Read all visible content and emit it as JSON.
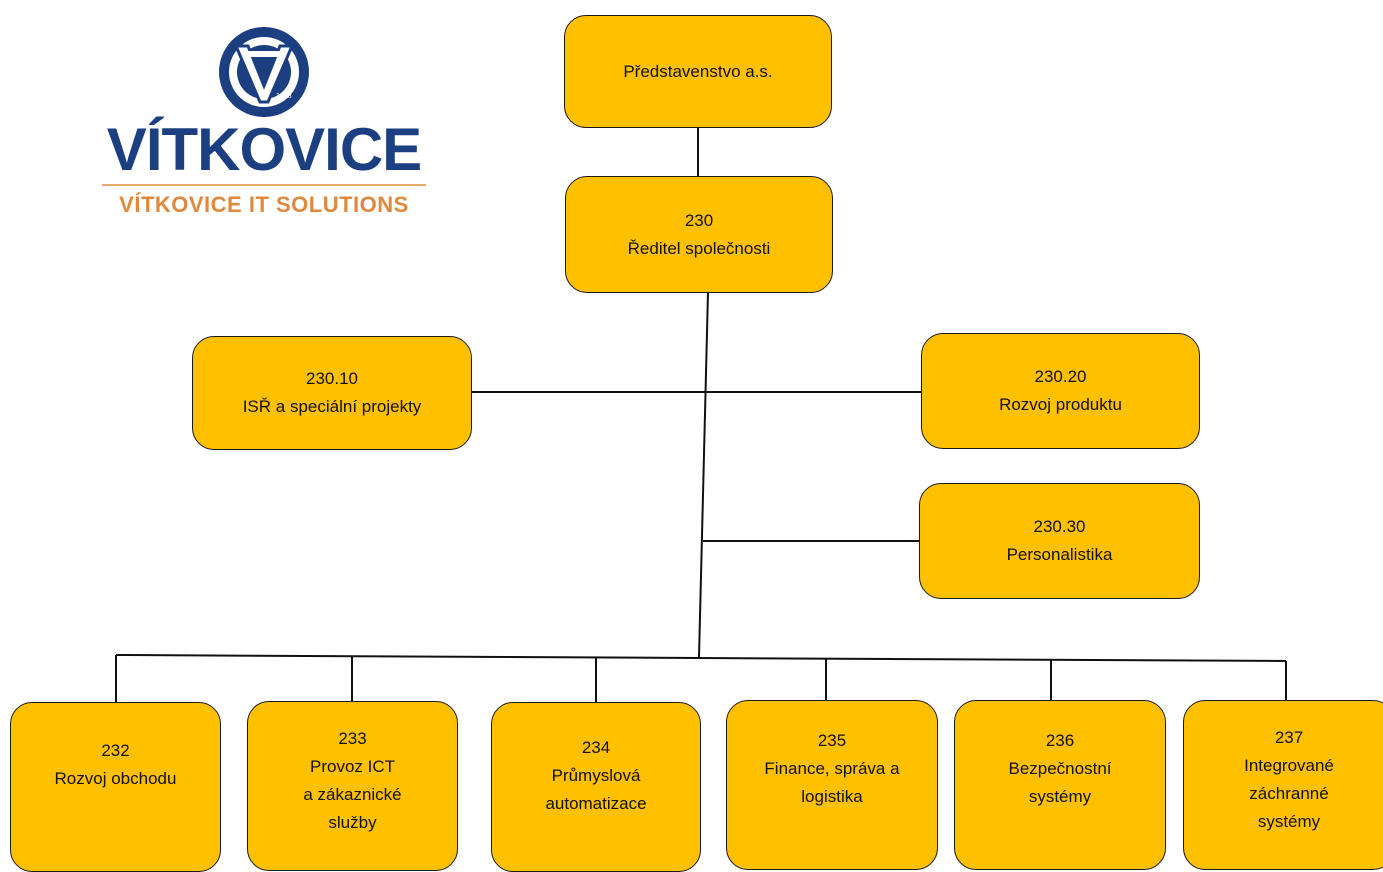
{
  "logo": {
    "wordmark": "VÍTKOVICE",
    "subtitle": "VÍTKOVICE IT SOLUTIONS",
    "year": "1828",
    "emblem_color": "#1B3F80",
    "subtitle_color": "#E0883C"
  },
  "box_color": "#FFC000",
  "nodes": {
    "board": {
      "lines": [
        "Představenstvo a.s."
      ]
    },
    "ceo": {
      "lines": [
        "230",
        "Ředitel společnosti"
      ]
    },
    "n230_10": {
      "lines": [
        "230.10",
        "ISŘ a speciální projekty"
      ]
    },
    "n230_20": {
      "lines": [
        "230.20",
        "Rozvoj produktu"
      ]
    },
    "n230_30": {
      "lines": [
        "230.30",
        "Personalistika"
      ]
    },
    "n232": {
      "lines": [
        "232",
        "Rozvoj obchodu"
      ]
    },
    "n233": {
      "lines": [
        "233",
        "Provoz ICT",
        "a zákaznické",
        "služby"
      ]
    },
    "n234": {
      "lines": [
        "234",
        "Průmyslová",
        "automatizace"
      ]
    },
    "n235": {
      "lines": [
        "235",
        "Finance, správa a",
        "logistika"
      ]
    },
    "n236": {
      "lines": [
        "236",
        "Bezpečnostní",
        "systémy"
      ]
    },
    "n237": {
      "lines": [
        "237",
        "Integrované",
        "záchranné",
        "systémy"
      ]
    }
  }
}
